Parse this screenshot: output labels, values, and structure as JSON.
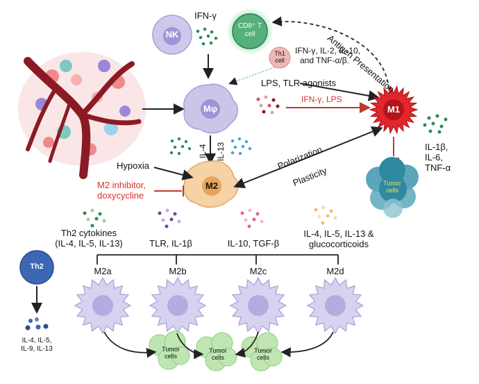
{
  "colors": {
    "vessel": "#8b1a25",
    "macrophage": "#c9c6ea",
    "m2": "#f6d3a6",
    "m1": "#e2262b",
    "tumor_green": "#bfe6b2",
    "tumor_blue": "#2f8aa1",
    "th2": "#3b67b4",
    "nk": "#cfc8ec",
    "cd8": "#55b07c",
    "th1": "#f1b6b6",
    "red_text": "#d8332e"
  },
  "cells": {
    "nk": "NK",
    "cd8_line1": "CD8⁺ T",
    "cd8_line2": "cell",
    "th1_line1": "Th1",
    "th1_line2": "cell",
    "mphi": "Mφ",
    "m1": "M1",
    "m2": "M2",
    "th2": "Th2",
    "tumor_m1_line1": "Tumor",
    "tumor_m1_line2": "cells",
    "tumor_bottom": [
      "Tumor cells",
      "Tumor cells",
      "Tumor cells"
    ]
  },
  "labels": {
    "ifn_gamma": "IFN-γ",
    "th1_cytokines_line1": "IFN-γ, IL-2, IL-10,",
    "th1_cytokines_line2": "and TNF-α/β.",
    "antigen_presentation": "Antigen Presentation",
    "lps_tlr": "LPS,  TLR agonists",
    "ifn_lps": "IFN-γ, LPS",
    "m1_cytokines": [
      "IL-1β,",
      "IL-6,",
      "TNF-α"
    ],
    "il4": "IL-4",
    "il13": "IL-13",
    "hypoxia": "Hypoxia",
    "polarization": "Polarization",
    "plasticity": "Plasticity",
    "m2_inhibitor_line1": "M2 inhibitor,",
    "m2_inhibitor_line2": "doxycycline",
    "th2_cytokines": [
      "Th2 cytokines",
      "(IL-4, IL-5,  IL-13)"
    ],
    "tlr_il1b": "TLR, IL-1β",
    "il10_tgfb": "IL-10, TGF-β",
    "il4_gluco": [
      "IL-4, IL-5,  IL-13 &",
      "glucocorticoids"
    ],
    "th2_products": [
      "IL-4, IL-5,",
      "IL-9, IL-13"
    ]
  },
  "subtypes": [
    "M2a",
    "M2b",
    "M2c",
    "M2d"
  ]
}
